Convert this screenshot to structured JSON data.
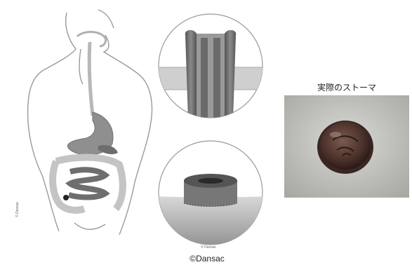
{
  "figure": {
    "photo_label": "実際のストーマ",
    "copyright": "©Dansac",
    "small_credit": "© Dansac"
  },
  "colors": {
    "outline": "#9a9a9a",
    "organ_dark": "#6e6e6e",
    "organ_mid": "#8f8f8f",
    "organ_light": "#c4c4c4",
    "skin_gray": "#e8e8e8",
    "photo_skin": "#cfcfcb",
    "stoma_red": "#5a3a33"
  },
  "icons": {
    "body": "body-outline-icon",
    "stoma_section": "stoma-cross-section-icon",
    "stoma_side": "stoma-side-view-icon",
    "stoma_photo": "stoma-photo-icon"
  }
}
